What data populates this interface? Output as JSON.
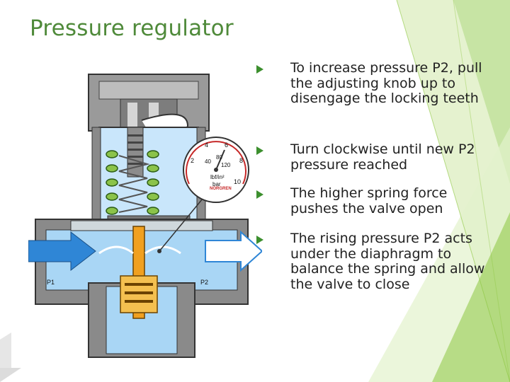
{
  "slide": {
    "title": "Pressure regulator",
    "bullets": [
      {
        "text": "To increase pressure P2, pull the adjusting knob up to disengage the locking teeth"
      },
      {
        "text": "Turn clockwise until new P2 pressure reached"
      },
      {
        "text": "The higher spring force pushes the valve open"
      },
      {
        "text": "The rising pressure P2 acts under the diaphragm to balance the spring and allow the valve to close"
      }
    ]
  },
  "diagram": {
    "inlet_label": "P1",
    "outlet_label": "P2",
    "gauge": {
      "outer_labels": [
        "2",
        "4",
        "6",
        "8",
        "10"
      ],
      "inner_labels": [
        "40",
        "80",
        "120"
      ],
      "unit_top": "lbf/in²",
      "unit_bottom": "bar",
      "brand": "NORGREN"
    }
  },
  "colors": {
    "title": "#4f8a3a",
    "bullet_arrow": "#3c8f2e",
    "deco_green": "#8cc63f",
    "body_fluid": "#a9d6f5",
    "inlet_arrow": "#2f86d6",
    "valve_stem": "#f0a020",
    "body_grey": "#8a8a8a"
  }
}
